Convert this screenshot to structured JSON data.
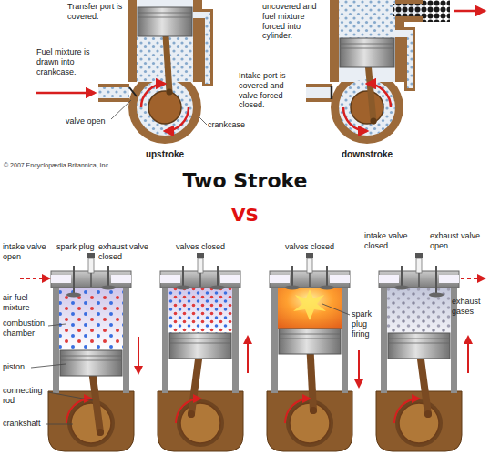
{
  "diagram": {
    "labels": [
      "Transfer port is covered.",
      "Fuel mixture is drawn into crankcase.",
      "crankcase",
      "valve open",
      "upstroke",
      "uncovered and fuel mixture forced into cylinder.",
      "Intake port is covered and valve forced closed.",
      "downstroke",
      "© 2007 Encyclopædia Britannica, Inc.",
      "Two Stroke",
      "VS",
      "intake valve open",
      "spark plug",
      "exhaust valve closed",
      "air-fuel mixture",
      "combustion chamber",
      "piston",
      "connecting rod",
      "crankshaft",
      "valves closed",
      "valves closed",
      "spark plug firing",
      "intake valve closed",
      "exhaust valve open",
      "exhaust gases"
    ]
  }
}
